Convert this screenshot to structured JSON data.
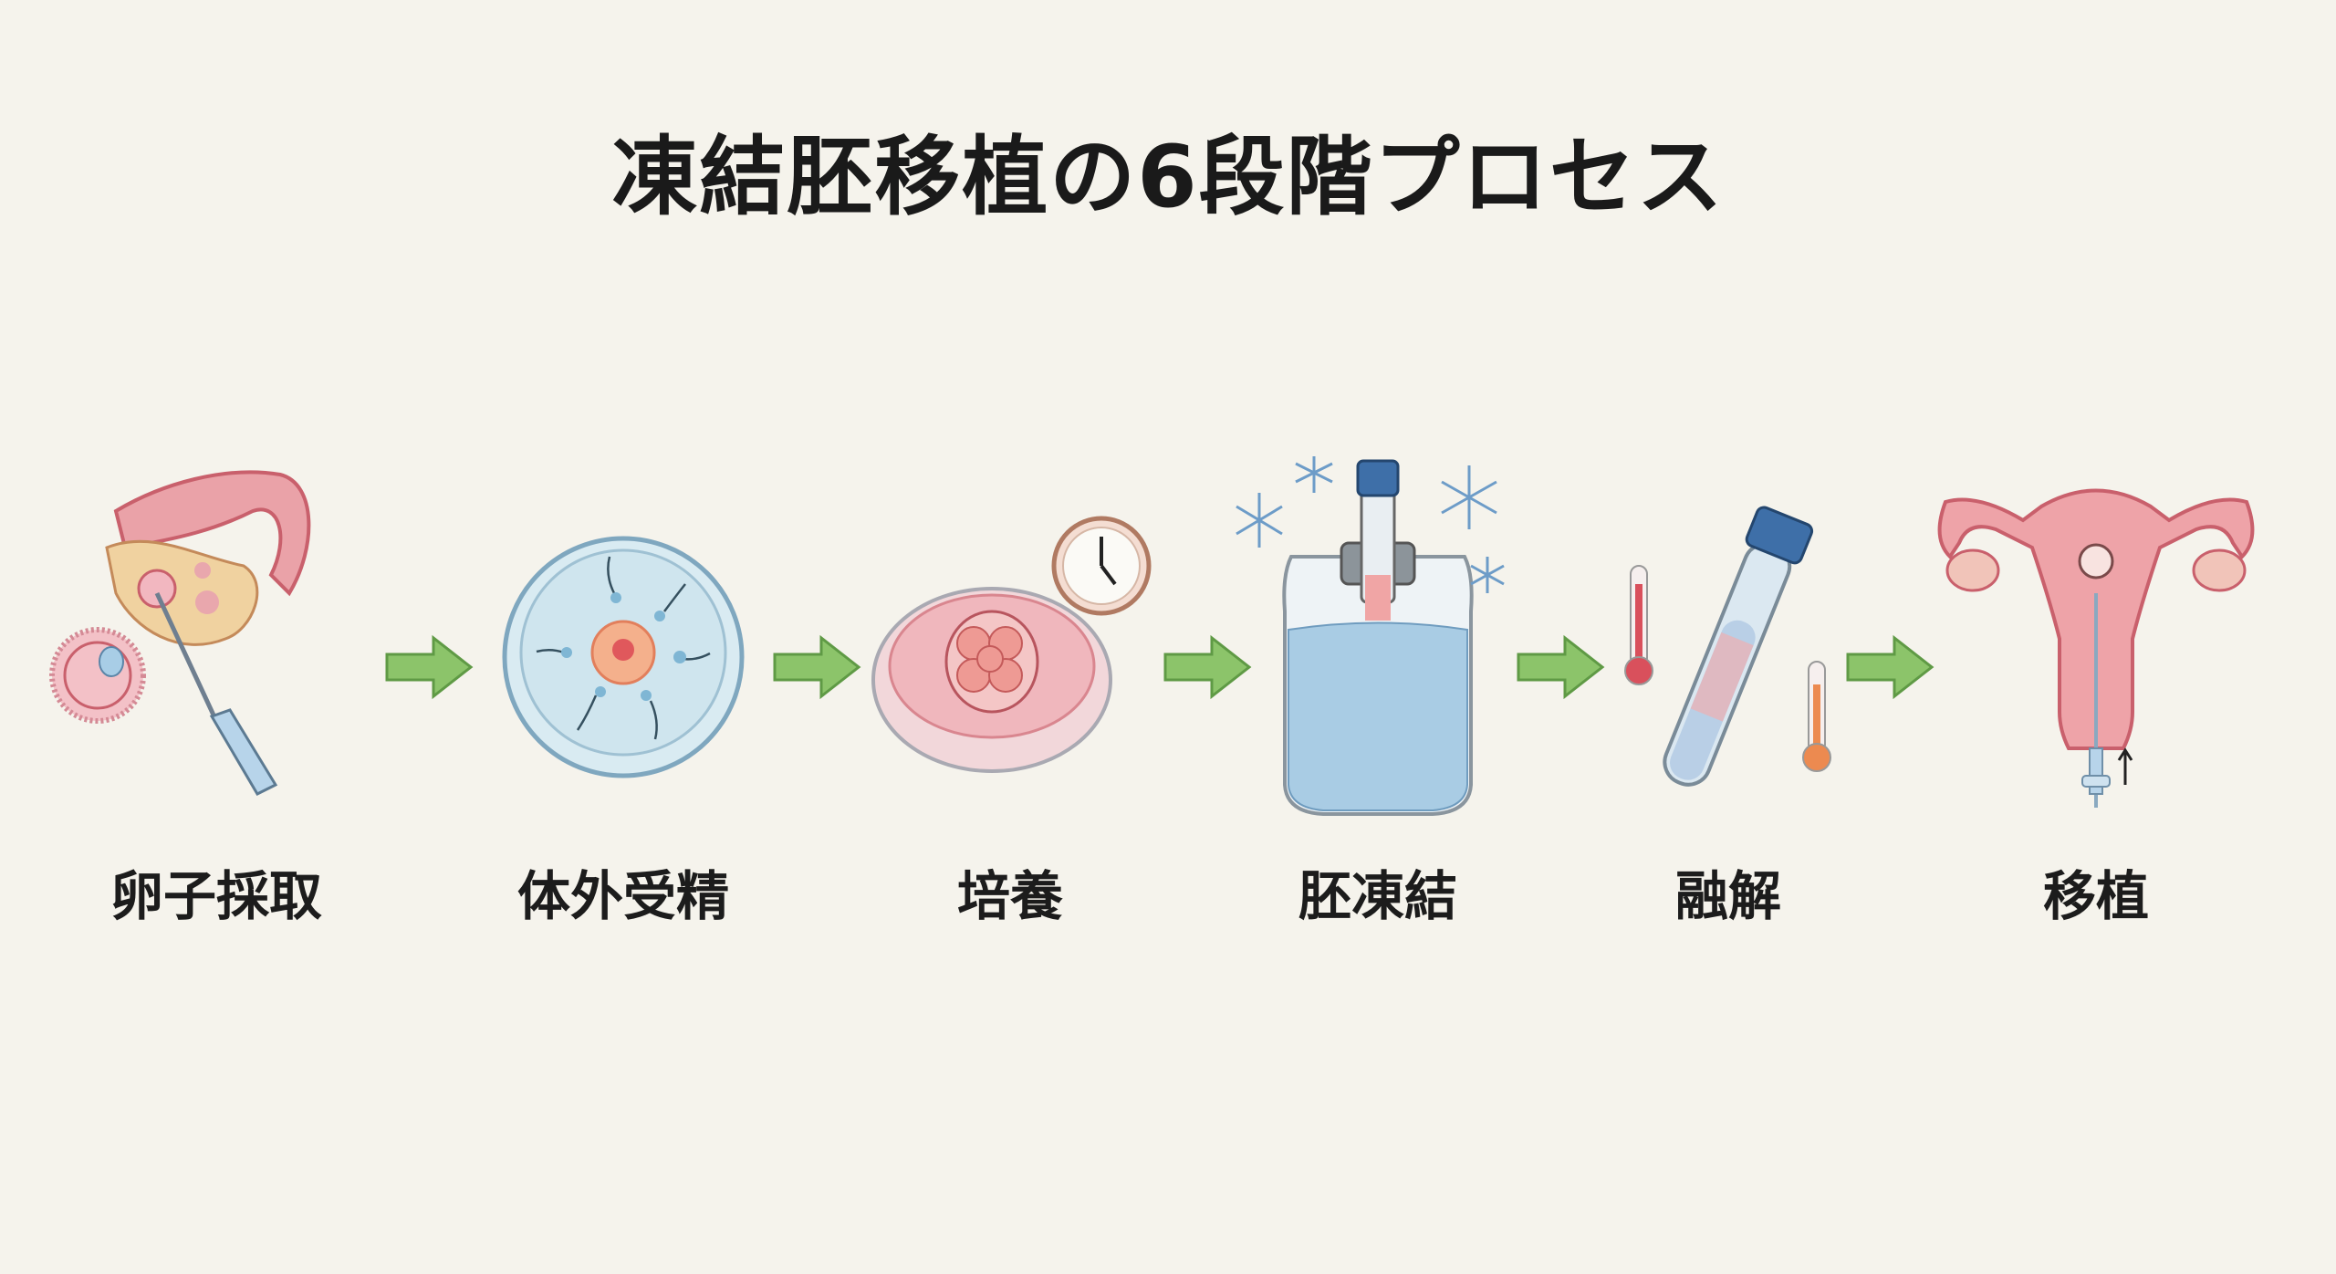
{
  "title": "凍結胚移植の6段階プロセス",
  "steps": [
    {
      "label": "卵子採取",
      "icon": "ovary-needle-icon"
    },
    {
      "label": "体外受精",
      "icon": "petri-dish-sperm-icon"
    },
    {
      "label": "培養",
      "icon": "culture-dish-clock-icon"
    },
    {
      "label": "胚凍結",
      "icon": "cryo-tank-snowflake-icon"
    },
    {
      "label": "融解",
      "icon": "test-tube-thermometer-icon"
    },
    {
      "label": "移植",
      "icon": "uterus-catheter-icon"
    }
  ],
  "colors": {
    "background": "#f5f3ec",
    "arrow": "#8cc46a",
    "pink": "#e98d96",
    "blue": "#9cc6e0"
  }
}
